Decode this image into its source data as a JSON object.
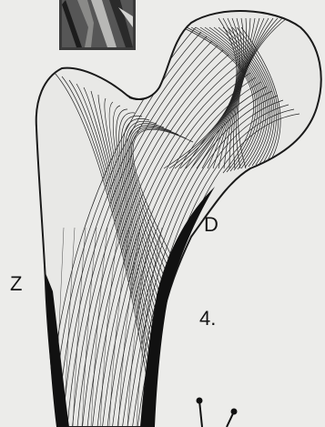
{
  "figure": {
    "labels": {
      "d": "D",
      "z": "Z",
      "number": "4."
    }
  }
}
